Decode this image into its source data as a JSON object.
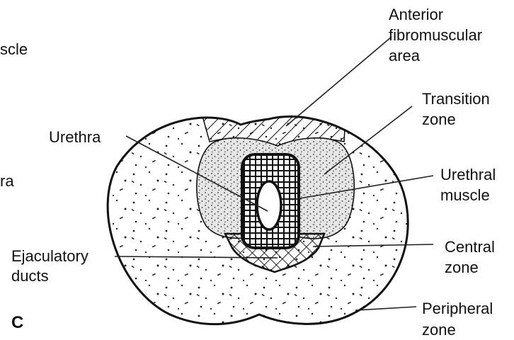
{
  "diagram": {
    "panel_letter": "C",
    "left_edge_fragments": [
      "scle",
      "ra"
    ],
    "labels": {
      "anterior": [
        "Anterior",
        "fibromuscular",
        "area"
      ],
      "transition": [
        "Transition",
        "zone"
      ],
      "urethra": [
        "Urethra"
      ],
      "urethral_muscle": [
        "Urethral",
        "muscle"
      ],
      "ejaculatory": [
        "Ejaculatory",
        "ducts"
      ],
      "central": [
        "Central",
        "zone"
      ],
      "peripheral": [
        "Peripheral",
        "zone"
      ]
    }
  }
}
